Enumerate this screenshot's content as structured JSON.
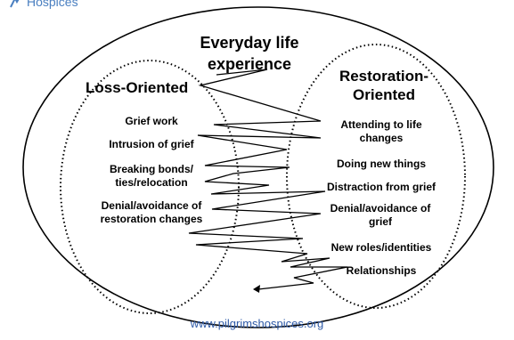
{
  "logo": {
    "text": "Hospices",
    "color": "#4a7fc0"
  },
  "title": "Everyday life experience",
  "loss": {
    "heading": "Loss-Oriented",
    "items": [
      "Grief work",
      "Intrusion of grief",
      "Breaking bonds/ ties/relocation",
      "Denial/avoidance of restoration changes"
    ]
  },
  "restoration": {
    "heading": "Restoration-Oriented",
    "items": [
      "Attending to life changes",
      "Doing new things",
      "Distraction from grief",
      "Denial/avoidance of grief",
      "New roles/identities",
      "Relationships"
    ]
  },
  "website": "www.pilgrimshospices.org",
  "colors": {
    "link": "#2e5aa7",
    "text": "#000000",
    "background": "#ffffff"
  }
}
